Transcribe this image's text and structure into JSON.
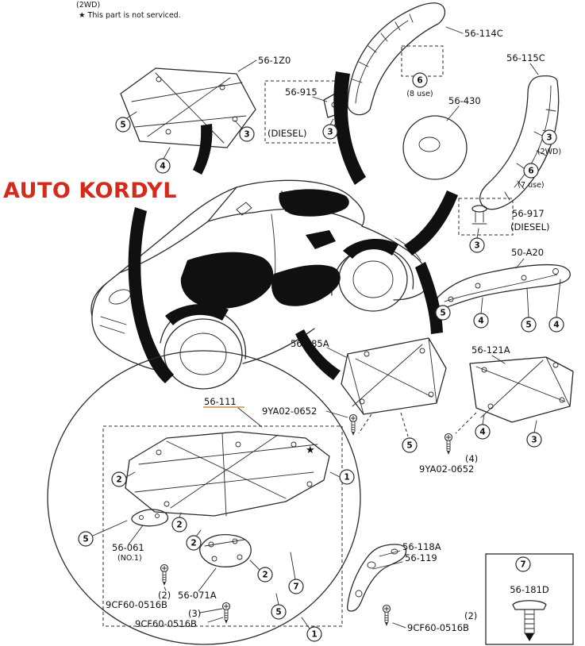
{
  "colors": {
    "red": "#d42a1c",
    "orange": "#bf7a22",
    "ink": "#111111"
  },
  "watermark": {
    "text": "AUTO KORDYL"
  },
  "header": {
    "cut_label": "(2WD)",
    "note": "★ This part is not serviced."
  },
  "parts": {
    "p56_1Z0": "56-1Z0",
    "p56_915": "56-915",
    "p56_915_note": "(DIESEL)",
    "p56_114C": "56-114C",
    "p56_115C": "56-115C",
    "p56_430": "56-430",
    "p56_917": "56-917",
    "p56_917_note": "(DIESEL)",
    "p50_A20": "50-A20",
    "p56_585A": "56-585A",
    "p56_121A": "56-121A",
    "p9YA02_top": "9YA02-0652",
    "p9YA02_bot_qty": "(4)",
    "p9YA02_bot": "9YA02-0652",
    "p56_111": "56-111",
    "star": "★",
    "p56_061": "56-061",
    "p56_061_note": "(NO.1)",
    "p56_071A_qty": "(2)",
    "p56_071A": "56-071A",
    "p9CF60_a": "9CF60-0516B",
    "p9CF60_b_qty": "(3)",
    "p9CF60_b": "9CF60-0516B",
    "p56_118A": "56-118A",
    "p56_119": "56-119",
    "p9CF60_c_qty": "(2)",
    "p9CF60_c": "9CF60-0516B",
    "p56_181D": "56-181D"
  },
  "balloons": [
    "5",
    "3",
    "4",
    "3",
    "6",
    "3",
    "6",
    "3",
    "5",
    "4",
    "5",
    "4",
    "5",
    "4",
    "3",
    "2",
    "1",
    "5",
    "2",
    "2",
    "2",
    "7",
    "5",
    "1",
    "7"
  ],
  "balloon_notes": {
    "use8": "(8 use)",
    "use7": "(7 use)",
    "twd": "(2WD)"
  }
}
